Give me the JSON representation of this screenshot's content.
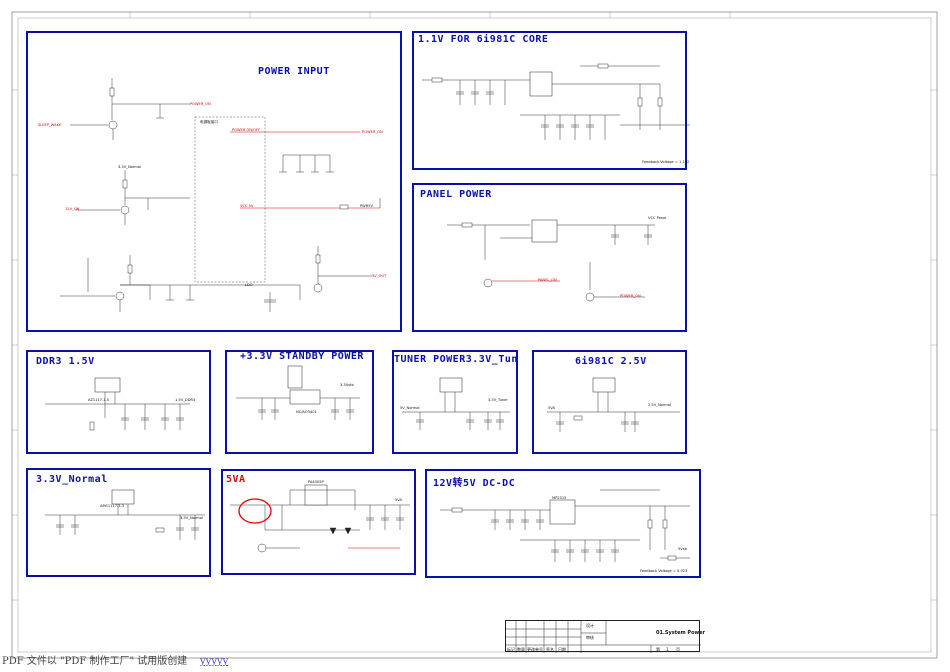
{
  "blocks": {
    "power_input": {
      "title": "POWER INPUT"
    },
    "core_1v1": {
      "title": "1.1V FOR 6i981C CORE"
    },
    "panel_power": {
      "title": "PANEL POWER"
    },
    "ddr3": {
      "title": "DDR3 1.5V"
    },
    "standby": {
      "title": "+3.3V STANDBY POWER"
    },
    "tuner": {
      "title": "TUNER POWER3.3V_Tun"
    },
    "soc_2v5": {
      "title": "6i981C 2.5V"
    },
    "normal_3v3": {
      "title": "3.3V_Normal"
    },
    "va5": {
      "title": "5VA"
    },
    "dcdc": {
      "title": "12V转5V DC-DC"
    }
  },
  "labels": {
    "power_on": "POWER_ON",
    "sleep_wake": "SLEEP_WAKE",
    "power_onoff": "POWER ON/OFF",
    "board_note": "电源板接口",
    "v3_normal": "3.3V_Normal",
    "v12_on": "12V_ON",
    "vcc_5v": "VCC 5V",
    "pwr_5v": "PWR5V",
    "v5_out": "5V_OUT",
    "ldo": "LDO",
    "feedback": "Feedback Voltage = 1.152",
    "vcc_panel": "VCC Panel",
    "panel_on": "PANEL_ON",
    "power_on_out": "POWER_ON",
    "ddr_ref": "AZ1117-1.5",
    "ddr_out": "1.5V_DDR3",
    "standby_ref": "NC/AO3401",
    "standby_out": "3.3Vstb",
    "tuner_in": "5V_Normal",
    "tuner_out": "3.3V_Tuner",
    "soc_in": "5VA",
    "soc_out": "2.5V_Normal",
    "normal_ref": "AMS1117-3.3",
    "normal_out": "3.3V_Normal",
    "va5_ic": "PA4005P",
    "va5_out": "5VA",
    "dcdc_ic": "MP2315",
    "dcdc_out": "5Vsb",
    "dcdc_note": "Feedback Voltage = 0.923"
  },
  "title_block": {
    "designer_label": "设计",
    "check_label": "审核",
    "sheet_title": "01.System Power",
    "row_labels": [
      "标记",
      "数量",
      "更改单号",
      "签名",
      "日期"
    ],
    "page_label": "第",
    "page_num": "1",
    "page_suffix": "页"
  },
  "footer": {
    "text": "PDF 文件以 \"PDF 制作工厂\" 试用版创建",
    "link": "yyyyy"
  }
}
